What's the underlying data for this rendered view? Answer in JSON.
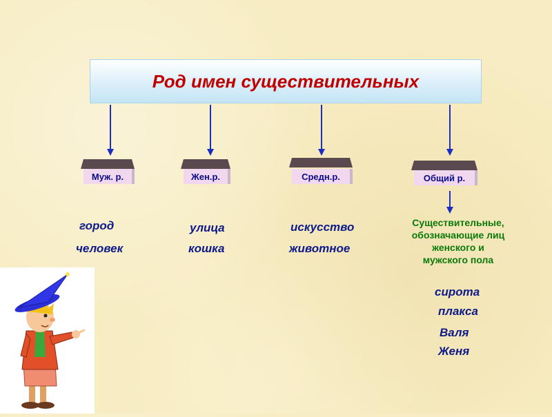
{
  "title": "Род имен существительных",
  "categories": [
    {
      "label": "Муж. р.",
      "words": [
        "город",
        "человек"
      ]
    },
    {
      "label": "Жен.р.",
      "words": [
        "улица",
        "кошка"
      ]
    },
    {
      "label": "Средн.р.",
      "words": [
        "искусство",
        "животное"
      ]
    },
    {
      "label": "Общий р.",
      "description_lines": [
        "Существительные,",
        "обозначающие лиц",
        "женского и",
        "мужского пола"
      ],
      "words": [
        "сирота",
        "плакса",
        "Валя",
        "Женя"
      ]
    }
  ],
  "colors": {
    "title_text": "#c00000",
    "arrow": "#1a2ebf",
    "word_text": "#0d1a8a",
    "description_text": "#0a7a0a",
    "label_bg": "#f2d8ee",
    "roof": "#5a4a4f"
  },
  "illustration": "cartoon-boy-in-blue-wizard-hat"
}
